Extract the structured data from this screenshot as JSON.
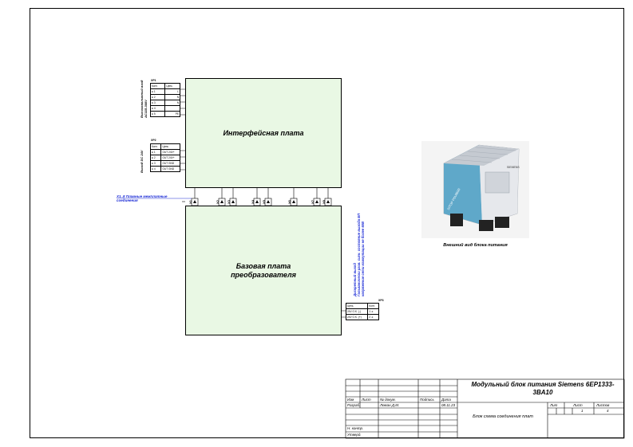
{
  "boards": {
    "interface": "Интерфейсная плата",
    "base": "Базовая плата преобразователя"
  },
  "xp1": {
    "caption": "ХР1",
    "side_label_1": "Высоковольтный вход",
    "side_label_2": "AC115-300V",
    "headers": [
      "Конт.",
      "Цепь"
    ],
    "rows": [
      [
        "1",
        "L"
      ],
      [
        "2",
        "N"
      ],
      [
        "3",
        "N"
      ],
      [
        "4",
        ""
      ],
      [
        "5",
        "PE"
      ]
    ]
  },
  "xp2": {
    "caption": "ХР2",
    "side_label": "Выход DC 24V",
    "headers": [
      "Конт.",
      "Цепь"
    ],
    "rows": [
      [
        "1",
        "OUT 24V+"
      ],
      [
        "2",
        "OUT 24V+"
      ],
      [
        "3",
        "OUT GND"
      ],
      [
        "4",
        "OUT GND"
      ]
    ]
  },
  "xp3": {
    "caption": "ХР3",
    "headers": [
      "Цепь",
      "Конт."
    ],
    "rows": [
      [
        "24V O.K. (-)",
        "1"
      ],
      [
        "24V O.K. (+)",
        "2"
      ]
    ]
  },
  "connectors": {
    "label": "X1..8 Плавные межплатные соединения",
    "pins": [
      "X1",
      "X2",
      "X3",
      "X4",
      "X5",
      "X6",
      "X7",
      "X8"
    ]
  },
  "discrete_output": {
    "line1": "Дискретный выход",
    "line2": "Гальванически разв. сигн. состояние выхода БП",
    "line3": "напряжение сети коммутации не более 60В"
  },
  "photo": {
    "caption": "Внешний вид блока питания",
    "brand": "SIEMENS",
    "product": "SITOP PSU8600"
  },
  "stamp": {
    "title": "Модульный блок питания Siemens 6EP1333-3BA10",
    "doc_name": "Блок схема соединения плат",
    "col_izm": "Изм",
    "col_list": "Лист",
    "col_doc": "№ докум.",
    "col_sign": "Подпись",
    "col_date": "Дата",
    "razrab": "Разраб.",
    "razrab_name": "Леман Д.М.",
    "razrab_date": "08.11.23",
    "n_kontr": "Н. контр.",
    "utverd": "Утверд.",
    "lit": "Лит",
    "sheet": "Лист",
    "sheets": "Листов",
    "sheet_no": "1",
    "sheets_no": "4"
  },
  "colors": {
    "board_fill": "#e9f8e4",
    "annotation_blue": "#1a2ad6",
    "line": "#000000"
  }
}
